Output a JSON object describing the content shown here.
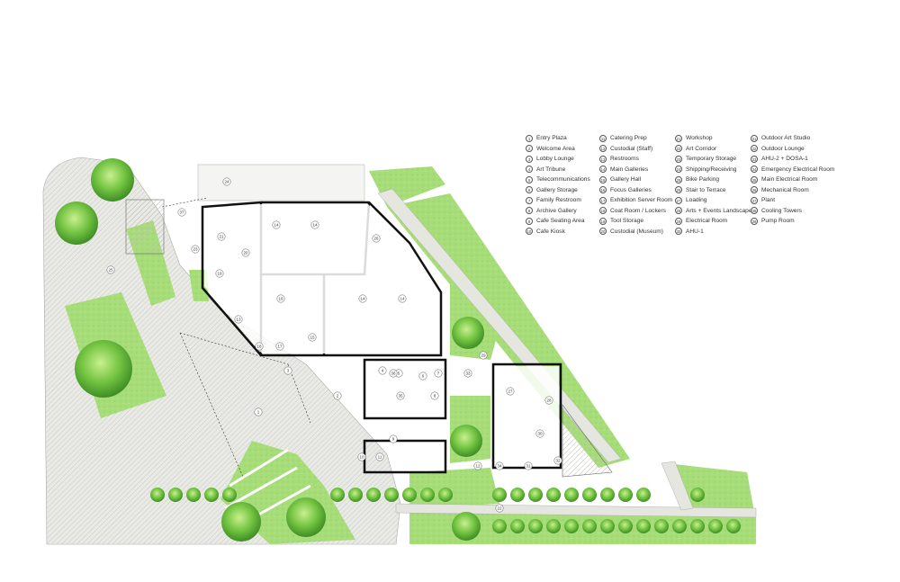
{
  "legend": [
    [
      "1",
      "Entry Plaza"
    ],
    [
      "2",
      "Welcome Area"
    ],
    [
      "3",
      "Lobby Lounge"
    ],
    [
      "4",
      "Art Tribune"
    ],
    [
      "5",
      "Telecommunications"
    ],
    [
      "6",
      "Gallery Storage"
    ],
    [
      "7",
      "Family Restroom"
    ],
    [
      "8",
      "Archive Gallery"
    ],
    [
      "9",
      "Cafe Seating Area"
    ],
    [
      "10",
      "Cafe Kiosk"
    ],
    [
      "11",
      "Catering Prep"
    ],
    [
      "12",
      "Custodial (Staff)"
    ],
    [
      "13",
      "Restrooms"
    ],
    [
      "14",
      "Main Galleries"
    ],
    [
      "15",
      "Gallery Hall"
    ],
    [
      "16",
      "Focus Galleries"
    ],
    [
      "17",
      "Exhibition Server Room"
    ],
    [
      "18",
      "Coat Room / Lockers"
    ],
    [
      "19",
      "Tool Storage"
    ],
    [
      "20",
      "Custodial (Museum)"
    ],
    [
      "21",
      "Workshop"
    ],
    [
      "22",
      "Art Corridor"
    ],
    [
      "23",
      "Temporary Storage"
    ],
    [
      "24",
      "Shipping/Receiving"
    ],
    [
      "25",
      "Bike Parking"
    ],
    [
      "26",
      "Stair to Terrace"
    ],
    [
      "27",
      "Loading"
    ],
    [
      "28",
      "Arts + Events Landscape"
    ],
    [
      "29",
      "Electrical Room"
    ],
    [
      "30",
      "AHU-1"
    ],
    [
      "31",
      "Outdoor Art Studio"
    ],
    [
      "32",
      "Outdoor Lounge"
    ],
    [
      "33",
      "AHU-2 + DOSA-1"
    ],
    [
      "34",
      "Emergency Electrical Room"
    ],
    [
      "35",
      "Main Electrical Room"
    ],
    [
      "36",
      "Mechanical Room"
    ],
    [
      "37",
      "Plant"
    ],
    [
      "38",
      "Cooling Towers"
    ],
    [
      "39",
      "Pump Room"
    ]
  ],
  "room_tags": [
    "1",
    "2",
    "3",
    "4",
    "5",
    "6",
    "7",
    "8",
    "9",
    "10",
    "11",
    "12",
    "13",
    "14",
    "14",
    "14",
    "14",
    "15",
    "16",
    "17",
    "18",
    "19",
    "20",
    "21",
    "22",
    "23",
    "24",
    "25",
    "26",
    "27",
    "28",
    "29",
    "30",
    "31",
    "32",
    "33",
    "34",
    "35",
    "36",
    "37"
  ],
  "colors": {
    "lawn": "#a8e07a",
    "lawn_dark": "#7fcf4a",
    "plaza": "#d9d9d3",
    "hatch": "#c9c9c2",
    "wall": "#111111",
    "tree": "#5fb83a",
    "tree_light": "#9bdc6a"
  }
}
